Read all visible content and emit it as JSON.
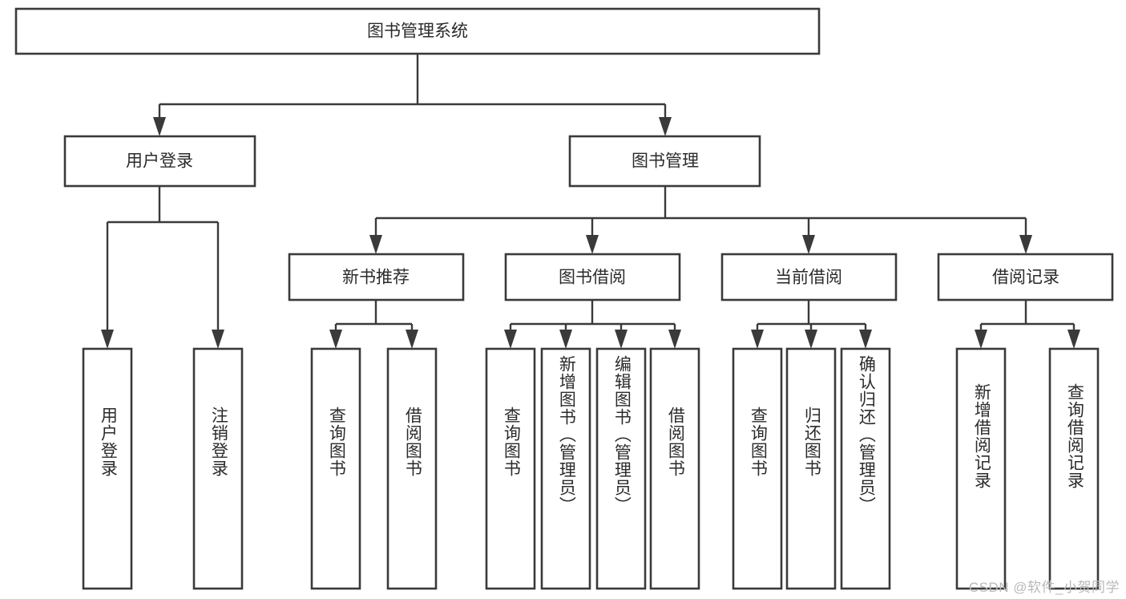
{
  "diagram": {
    "type": "tree",
    "title": "图书管理系统",
    "watermark": "CSDN @软件_小贺同学",
    "colors": {
      "box_stroke": "#3a3a3a",
      "box_fill": "#ffffff",
      "connector": "#3a3a3a",
      "text": "#2b2b2b",
      "watermark": "#b9b9b9",
      "background": "#ffffff"
    },
    "root": {
      "label": "图书管理系统"
    },
    "level2": [
      {
        "label": "用户登录"
      },
      {
        "label": "图书管理"
      }
    ],
    "level3": [
      {
        "label": "新书推荐"
      },
      {
        "label": "图书借阅"
      },
      {
        "label": "当前借阅"
      },
      {
        "label": "借阅记录"
      }
    ],
    "leaves": {
      "user_login": [
        {
          "label": "用户登录"
        },
        {
          "label": "注销登录"
        }
      ],
      "new_book_recommend": [
        {
          "label": "查询图书"
        },
        {
          "label": "借阅图书"
        }
      ],
      "book_borrow": [
        {
          "label": "查询图书"
        },
        {
          "label": "新增图书（管理员）"
        },
        {
          "label": "编辑图书（管理员）"
        },
        {
          "label": "借阅图书"
        }
      ],
      "current_borrow": [
        {
          "label": "查询图书"
        },
        {
          "label": "归还图书"
        },
        {
          "label": "确认归还（管理员）"
        }
      ],
      "borrow_record": [
        {
          "label": "新增借阅记录"
        },
        {
          "label": "查询借阅记录"
        }
      ]
    }
  }
}
